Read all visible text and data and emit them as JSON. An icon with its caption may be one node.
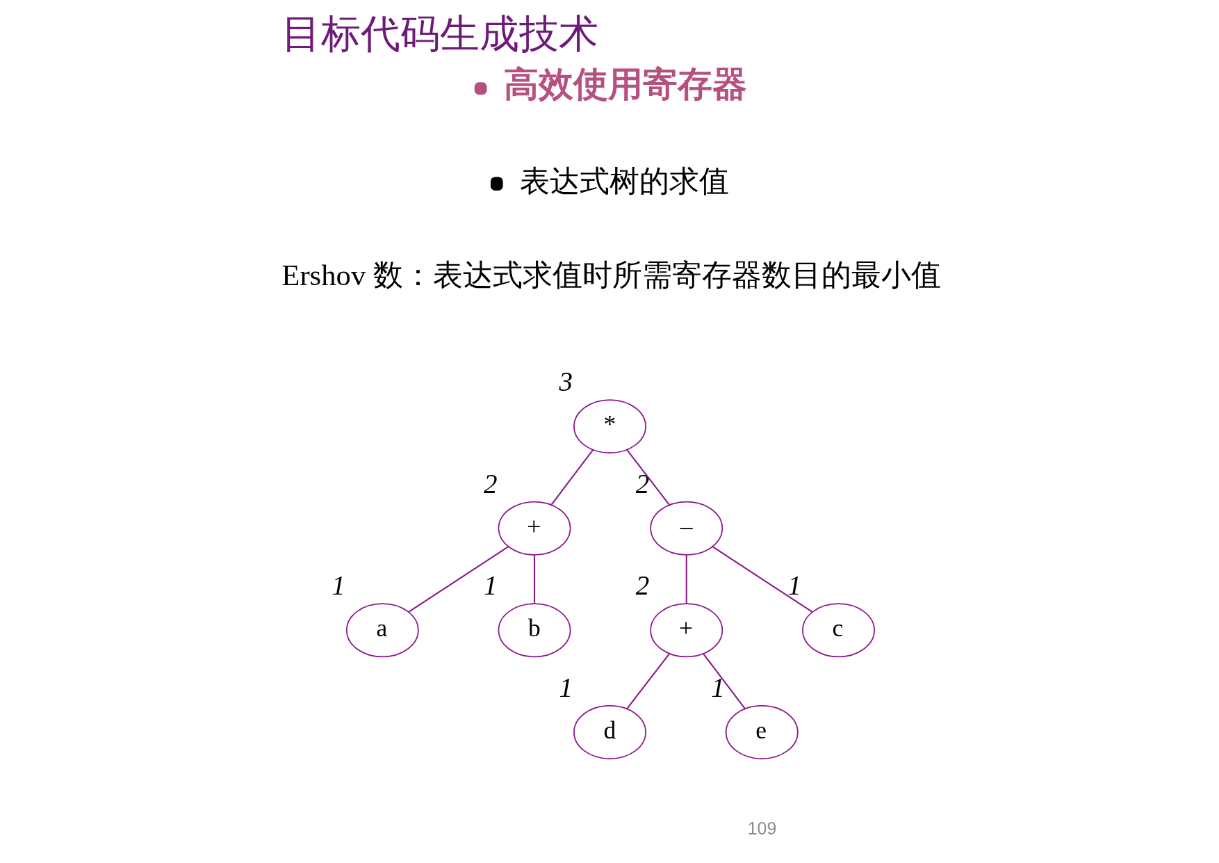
{
  "diagram": {
    "title": "目标代码生成技术",
    "nodes": [
      {
        "text": [
          "*"
        ],
        "beside": [
          "3"
        ]
      },
      {
        "text": [
          "+"
        ],
        "beside": [
          "2"
        ]
      },
      {
        "text": [
          "–"
        ],
        "beside": [
          "2"
        ]
      },
      {
        "text": [
          "a"
        ],
        "beside": [
          "1"
        ]
      },
      {
        "text": [
          "b"
        ],
        "beside": [
          "1"
        ]
      },
      {
        "text": [
          "+"
        ],
        "beside": [
          "2"
        ]
      },
      {
        "text": [
          "c"
        ],
        "beside": [
          "1"
        ]
      },
      {
        "text": [
          "d"
        ],
        "beside": [
          "1"
        ]
      },
      {
        "text": [
          "e"
        ],
        "beside": [
          "1"
        ]
      }
    ],
    "edges": [
      {
        "from": 0,
        "to": 1,
        "arrow": "none"
      },
      {
        "from": 0,
        "to": 2,
        "arrow": "none"
      },
      {
        "from": 1,
        "to": 3,
        "arrow": "none"
      },
      {
        "from": 1,
        "to": 4,
        "arrow": "none"
      },
      {
        "from": 2,
        "to": 5,
        "arrow": "none"
      },
      {
        "from": 2,
        "to": 6,
        "arrow": "none"
      },
      {
        "from": 5,
        "to": 7,
        "arrow": "none"
      },
      {
        "from": 5,
        "to": 8,
        "arrow": "none"
      }
    ],
    "labels": [
      "高效使用寄存器",
      "表达式树的求值",
      "Ershov 数：表达式求值时所需寄存器数目的最小值",
      "109"
    ]
  }
}
